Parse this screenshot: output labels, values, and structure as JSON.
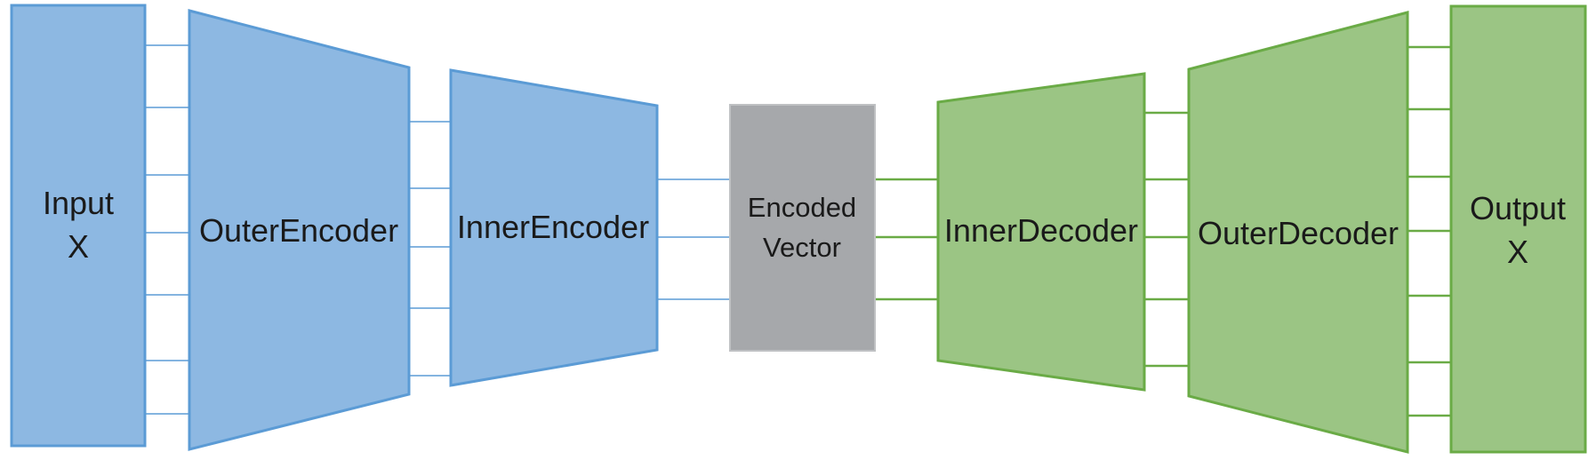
{
  "blocks": {
    "input": {
      "line1": "Input",
      "line2": "X"
    },
    "outer_encoder": {
      "label": "OuterEncoder"
    },
    "inner_encoder": {
      "label": "InnerEncoder"
    },
    "encoded": {
      "line1": "Encoded",
      "line2": "Vector"
    },
    "inner_decoder": {
      "label": "InnerDecoder"
    },
    "outer_decoder": {
      "label": "OuterDecoder"
    },
    "output": {
      "line1": "Output",
      "line2": "X"
    }
  },
  "colors": {
    "encoder_fill": "#8db8e2",
    "encoder_stroke": "#5b9bd5",
    "decoder_fill": "#9bc584",
    "decoder_stroke": "#6aab46",
    "vector_fill": "#a6a8ab",
    "vector_stroke": "#bfc1c3"
  }
}
